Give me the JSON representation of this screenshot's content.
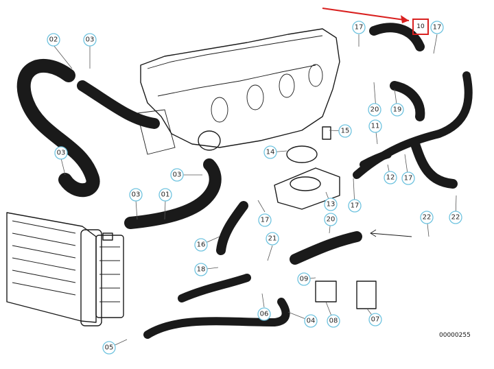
{
  "diagram_code": "00000255",
  "highlighted_part": "10",
  "callouts": [
    "02",
    "03",
    "17",
    "10",
    "17",
    "03",
    "20",
    "19",
    "11",
    "15",
    "14",
    "03",
    "03",
    "01",
    "12",
    "17",
    "13",
    "17",
    "22",
    "17",
    "16",
    "21",
    "20",
    "18",
    "09",
    "06",
    "04",
    "08",
    "07",
    "05",
    "22"
  ],
  "colors": {
    "callout_stroke": "#6fc3df",
    "highlight": "#d9201f",
    "line": "#1a1a1a"
  }
}
